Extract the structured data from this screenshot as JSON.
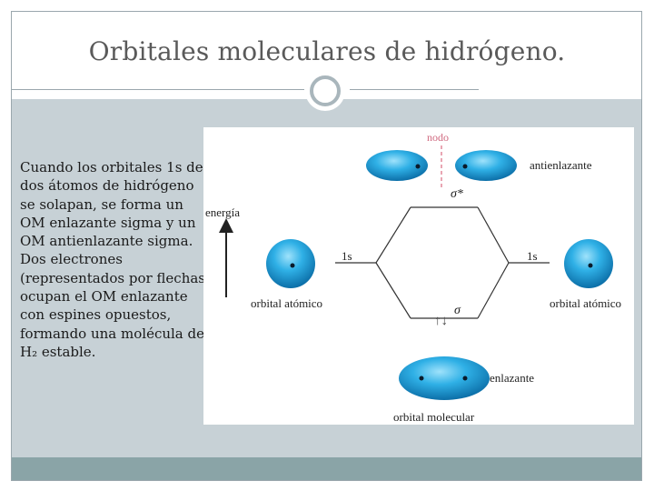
{
  "slide": {
    "title": "Orbitales moleculares de hidrógeno.",
    "body_text": "Cuando los orbitales 1s de dos átomos de hidrógeno se solapan, se forma un OM enlazante sigma y un OM antienlazante sigma. Dos electrones (representados por flechas) ocupan el OM enlazante con espines opuestos, formando una molécula de H₂ estable."
  },
  "figure": {
    "node_label": "nodo",
    "antibonding_label": "antienlazante",
    "sigma_star": "σ*",
    "energy_label": "energía",
    "left_1s": "1s",
    "right_1s": "1s",
    "left_atomic_orbital": "orbital atómico",
    "right_atomic_orbital": "orbital atómico",
    "sigma": "σ",
    "electrons": "↑↓",
    "bonding_label": "enlazante",
    "molecular_orbital": "orbital molecular"
  },
  "colors": {
    "footer": "#8aa4a7",
    "content_background": "#c7d1d6",
    "orbital_blue": "#2aa7dd",
    "node_line": "#e2889a"
  }
}
